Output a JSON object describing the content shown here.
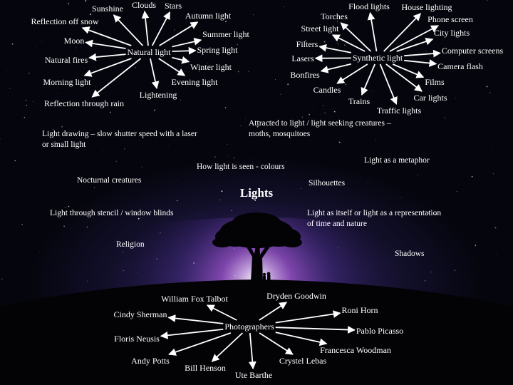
{
  "title": "Lights",
  "natural": {
    "hub": "Natural light",
    "items": [
      "Sunshine",
      "Clouds",
      "Stars",
      "Autumn light",
      "Reflection off snow",
      "Summer light",
      "Moon",
      "Spring light",
      "Natural fires",
      "Winter light",
      "Morning light",
      "Evening light",
      "Lightening",
      "Reflection through rain"
    ]
  },
  "synthetic": {
    "hub": "Synthetic light",
    "items": [
      "Flood lights",
      "House lighting",
      "Torches",
      "Phone screen",
      "Street light",
      "City lights",
      "Filters",
      "Computer screens",
      "Lasers",
      "Camera flash",
      "Bonfires",
      "Films",
      "Candles",
      "Car lights",
      "Trains",
      "Traffic lights"
    ]
  },
  "photographers": {
    "hub": "Photographers",
    "items": [
      "William Fox Talbot",
      "Dryden Goodwin",
      "Cindy Sherman",
      "Roni Horn",
      "Floris Neusis",
      "Pablo Picasso",
      "Andy Potts",
      "Francesca Woodman",
      "Bill Henson",
      "Crystel Lebas",
      "Ute Barthe"
    ]
  },
  "notes": {
    "light_drawing": "Light drawing – slow shutter speed with a laser or small light",
    "attracted": "Attracted to light / light seeking creatures – moths, mosquitoes",
    "metaphor": "Light as a metaphor",
    "colours": "How light is seen - colours",
    "nocturnal": "Nocturnal creatures",
    "silhouettes": "Silhouettes",
    "stencil": "Light through stencil / window blinds",
    "itself": "Light as itself or light as a representation of time and nature",
    "religion": "Religion",
    "shadows": "Shadows"
  }
}
